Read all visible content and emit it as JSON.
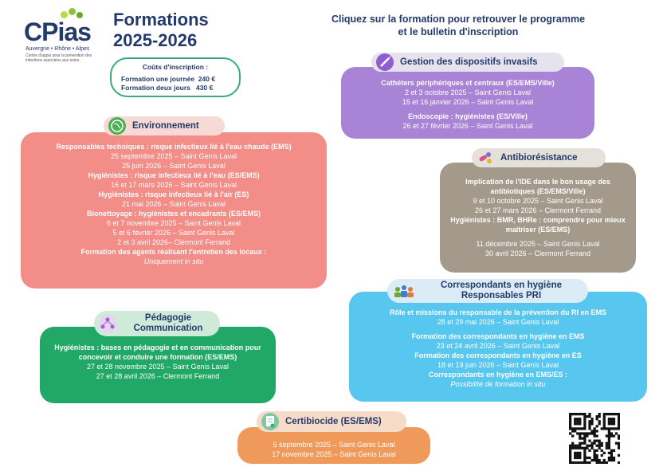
{
  "logo": {
    "word": "CPias",
    "region": "Auvergne • Rhône • Alpes",
    "desc": "Centre d'appui pour la prévention des infections associées aux soins"
  },
  "title": [
    "Formations",
    "2025-2026"
  ],
  "instructions": [
    "Cliquez sur la formation pour retrouver le programme",
    "et le bulletin d'inscription"
  ],
  "costs": {
    "heading": "Coûts d'inscription :",
    "one_day": "Formation une journée  240 €",
    "two_days": "Formation deux jours   430 €"
  },
  "colors": {
    "env": "#f28d87",
    "invasifs": "#a883d6",
    "atb": "#a39a8c",
    "corresp": "#58c7ef",
    "peda": "#21a866",
    "certi": "#ef9a5b"
  },
  "invasifs": {
    "label": "Gestion des dispositifs invasifs",
    "icon": "syringe-icon",
    "lines": [
      {
        "cls": "t",
        "text": "Cathéters périphériques et centraux (ES/EMS/Ville)"
      },
      {
        "cls": "s",
        "text": "2 et 3 octobre 2025 – Saint Genis Laval"
      },
      {
        "cls": "s",
        "text": "15 et 16 janvier 2026 – Saint Genis Laval"
      },
      {
        "cls": "gap",
        "text": ""
      },
      {
        "cls": "t",
        "text": "Endoscopie : hygiénistes  (ES/Ville)"
      },
      {
        "cls": "s",
        "text": "26 et 27 février 2026 – Saint Genis Laval"
      }
    ]
  },
  "environnement": {
    "label": "Environnement",
    "icon": "globe-icon",
    "lines": [
      {
        "cls": "t",
        "text": "Responsables techniques : risque infectieux lié à l'eau chaude (EMS)"
      },
      {
        "cls": "s",
        "text": "25 septembre 2025 – Saint Genis Laval"
      },
      {
        "cls": "s",
        "text": "25 juin 2026 – Saint Genis Laval"
      },
      {
        "cls": "t",
        "text": "Hygiénistes : risque infectieux lié à l'eau  (ES/EMS)"
      },
      {
        "cls": "s",
        "text": "16 et 17 mars 2026 – Saint Genis Laval"
      },
      {
        "cls": "t",
        "text": "Hygiénistes : risque infectieux lié à l'air  (ES)"
      },
      {
        "cls": "s",
        "text": "21 mai 2026 – Saint Genis Laval"
      },
      {
        "cls": "t",
        "text": "Bionettoyage : hygiénistes et encadrants (ES/EMS)"
      },
      {
        "cls": "s",
        "text": "6 et 7 novembre 2025 – Saint Genis Laval"
      },
      {
        "cls": "s",
        "text": "5 et 6 février 2026 – Saint Genis Laval"
      },
      {
        "cls": "s",
        "text": "2 et 3 avril 2026– Clermont Ferrand"
      },
      {
        "cls": "t",
        "text": "Formation des agents réalisant l'entretien des locaux :"
      },
      {
        "cls": "i",
        "text": "Uniquement in situ"
      }
    ]
  },
  "antibio": {
    "label": "Antibiorésistance",
    "icon": "pills-icon",
    "lines": [
      {
        "cls": "t",
        "text": "Implication de l'IDE dans le bon usage des antibiotiques (ES/EMS/Ville)"
      },
      {
        "cls": "s",
        "text": "9 et 10 octobre 2025 – Saint Genis Laval"
      },
      {
        "cls": "s",
        "text": "26 et 27 mars 2026 – Clermont Ferrand"
      },
      {
        "cls": "t",
        "text": "Hygiénistes : BMR, BHRe : comprendre pour mieux maitriser (ES/EMS)"
      },
      {
        "cls": "gap",
        "text": ""
      },
      {
        "cls": "s",
        "text": "11 décembre 2025 – Saint Genis Laval"
      },
      {
        "cls": "s",
        "text": "30 avril 2026 – Clermont Ferrand"
      }
    ]
  },
  "corresp": {
    "label": "Correspondants en hygiène",
    "label2": "Responsables PRI",
    "icon": "team-icon",
    "lines": [
      {
        "cls": "t",
        "text": "Rôle et missions du responsable de la prévention du RI en EMS"
      },
      {
        "cls": "s",
        "text": "28 et 29 mai 2026 – Saint Genis Laval"
      },
      {
        "cls": "gap",
        "text": ""
      },
      {
        "cls": "t",
        "text": "Formation des correspondants en hygiène en EMS"
      },
      {
        "cls": "s",
        "text": "23 et 24 avril 2026 – Saint Genis Laval"
      },
      {
        "cls": "t",
        "text": "Formation des correspondants en hygiène en ES"
      },
      {
        "cls": "s",
        "text": "18 et 19 juin 2026 – Saint Genis Laval"
      },
      {
        "cls": "t",
        "text": "Correspondants en hygiène en EMS/ES :"
      },
      {
        "cls": "i",
        "text": "Possibilité de formation in situ"
      }
    ]
  },
  "peda": {
    "label": "Pédagogie",
    "label2": "Communication",
    "icon": "people-network-icon",
    "lines": [
      {
        "cls": "t",
        "text": "Hygiénistes : bases en pédagogie et en communication pour concevoir et conduire une formation (ES/EMS)"
      },
      {
        "cls": "s",
        "text": "27 et 28 novembre 2025 – Saint Genis Laval"
      },
      {
        "cls": "s",
        "text": "27 et 28 avril 2026 – Clermont Ferrand"
      }
    ]
  },
  "certi": {
    "label": "Certibiocide (ES/EMS)",
    "icon": "certificate-icon",
    "lines": [
      {
        "cls": "s",
        "text": "5 septembre 2025 – Saint Genis Laval"
      },
      {
        "cls": "s",
        "text": "17 novembre 2025 – Saint Genis Laval"
      }
    ]
  },
  "qr": {
    "icon": "qr-code-icon"
  }
}
